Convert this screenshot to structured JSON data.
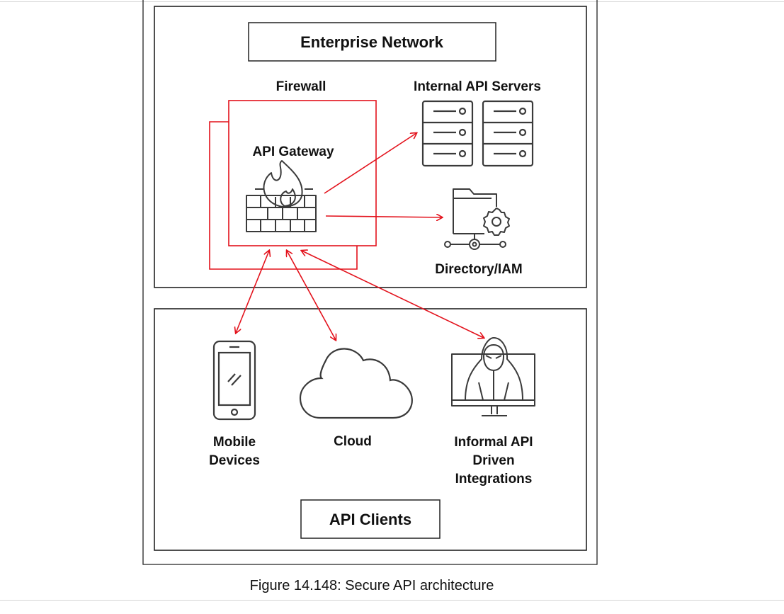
{
  "diagram": {
    "enterprise_network": "Enterprise Network",
    "firewall": "Firewall",
    "api_gateway": "API Gateway",
    "internal_api_servers": "Internal API Servers",
    "directory_iam": "Directory/IAM",
    "mobile_devices": [
      "Mobile",
      "Devices"
    ],
    "cloud": "Cloud",
    "informal_api": [
      "Informal API",
      "Driven",
      "Integrations"
    ],
    "api_clients": "API Clients"
  },
  "caption": "Figure 14.148: Secure API architecture",
  "colors": {
    "accent": "#e3121c",
    "stroke": "#3a3a3a",
    "text": "#111111"
  },
  "icons": [
    "firewall-icon",
    "server-icon",
    "directory-icon",
    "phone-icon",
    "cloud-icon",
    "hacker-icon"
  ]
}
